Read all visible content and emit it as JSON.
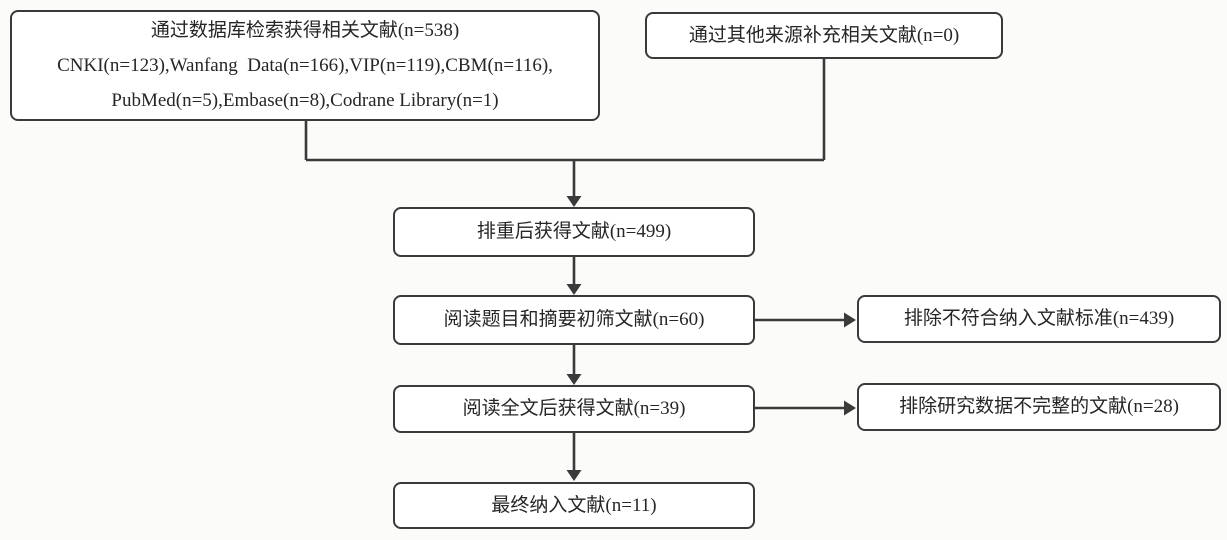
{
  "flowchart": {
    "nodes": {
      "identified": {
        "title": "通过数据库检索获得相关文献(n=538)",
        "sources_line1": "CNKI(n=123),Wanfang  Data(n=166),VIP(n=119),CBM(n=116),",
        "sources_line2": "PubMed(n=5),Embase(n=8),Codrane Library(n=1)"
      },
      "other_sources": {
        "label": "通过其他来源补充相关文献(n=0)"
      },
      "deduplicated": {
        "label": "排重后获得文献(n=499)"
      },
      "title_abstract_screen": {
        "label": "阅读题目和摘要初筛文献(n=60)"
      },
      "excluded_not_meeting_criteria": {
        "label": "排除不符合纳入文献标准(n=439)"
      },
      "full_text_obtained": {
        "label": "阅读全文后获得文献(n=39)"
      },
      "excluded_incomplete_data": {
        "label": "排除研究数据不完整的文献(n=28)"
      },
      "final_included": {
        "label": "最终纳入文献(n=11)"
      }
    },
    "counts": {
      "database_total": 538,
      "cnki": 123,
      "wanfang": 166,
      "vip": 119,
      "cbm": 116,
      "pubmed": 5,
      "embase": 8,
      "cochrane": 1,
      "other_sources": 0,
      "after_dedup": 499,
      "after_title_abstract": 60,
      "excluded_criteria": 439,
      "after_full_text": 39,
      "excluded_incomplete": 28,
      "final_included": 11
    },
    "colors": {
      "line": "#3a3a3a",
      "box_background": "#ffffff",
      "page_background": "#fbfbfa",
      "text": "#262626"
    }
  }
}
